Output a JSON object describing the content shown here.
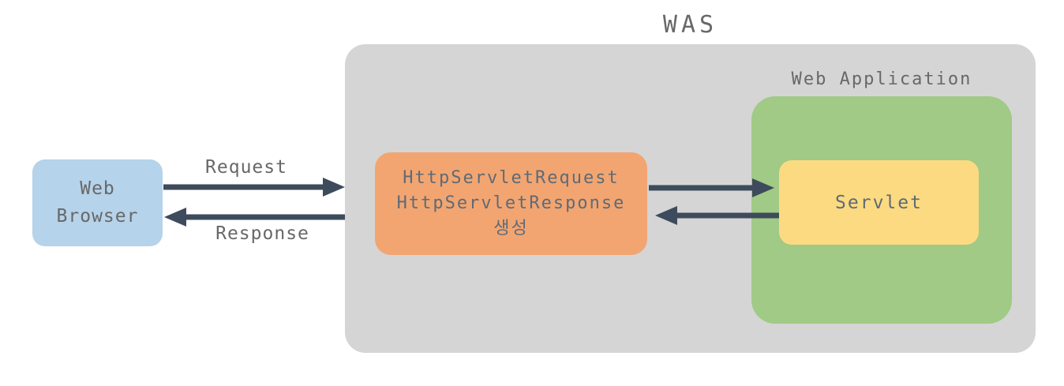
{
  "diagram": {
    "was": {
      "label": "WAS"
    },
    "web_application": {
      "label": "Web Application"
    },
    "web_browser": {
      "line1": "Web",
      "line2": "Browser"
    },
    "http_box": {
      "line1": "HttpServletRequest",
      "line2": "HttpServletResponse",
      "line3": "생성"
    },
    "servlet": {
      "label": "Servlet"
    },
    "request": {
      "label": "Request"
    },
    "response": {
      "label": "Response"
    },
    "colors": {
      "canvas_bg": "#ffffff",
      "was_fill": "#d5d5d5",
      "webapp_fill": "#a0ca85",
      "servlet_fill": "#fcda81",
      "http_fill": "#f2a571",
      "browser_fill": "#b5d3ea",
      "arrow": "#3d4b5c",
      "label_text": "#686868",
      "box_text": "#5f6a76"
    }
  }
}
